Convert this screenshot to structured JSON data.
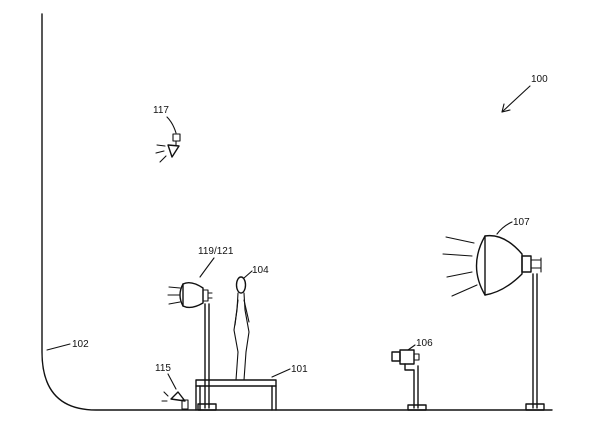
{
  "labels": {
    "system": "100",
    "platform": "101",
    "backdrop": "102",
    "subject": "104",
    "camera": "106",
    "key_light": "107",
    "floor_light": "115",
    "ceiling_light": "117",
    "front_light": "119/121"
  },
  "colors": {
    "ink": "#111111",
    "background": "#ffffff"
  }
}
